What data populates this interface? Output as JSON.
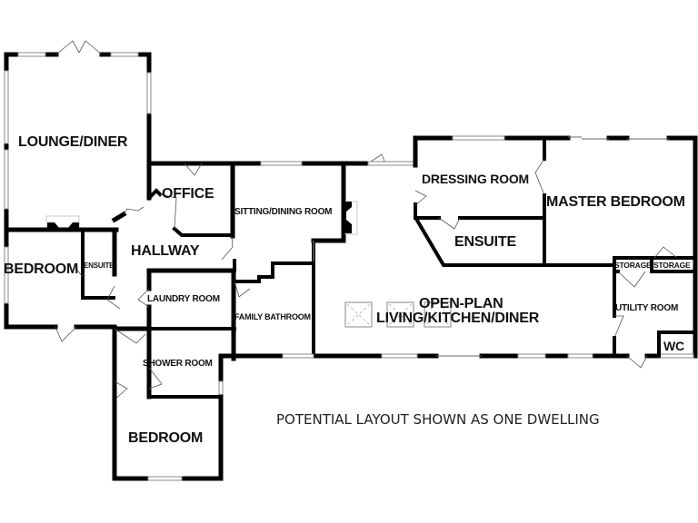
{
  "floor_plan": {
    "rooms": {
      "lounge_diner": "LOUNGE/DINER",
      "office": "OFFICE",
      "sitting_dining_room": "SITTING/DINING ROOM",
      "hallway": "HALLWAY",
      "bedroom_west": "BEDROOM",
      "ensuite_west": "ENSUITE",
      "laundry_room": "LAUNDRY ROOM",
      "family_bathroom": "FAMILY BATHROOM",
      "shower_room": "SHOWER ROOM",
      "bedroom_south": "BEDROOM",
      "dressing_room": "DRESSING ROOM",
      "master_bedroom": "MASTER BEDROOM",
      "ensuite_master": "ENSUITE",
      "storage_1": "STORAGE",
      "storage_2": "STORAGE",
      "open_plan_line1": "OPEN-PLAN",
      "open_plan_line2": "LIVING/KITCHEN/DINER",
      "utility_room": "UTILITY ROOM",
      "wc": "WC"
    },
    "caption": "POTENTIAL LAYOUT SHOWN AS ONE DWELLING"
  }
}
